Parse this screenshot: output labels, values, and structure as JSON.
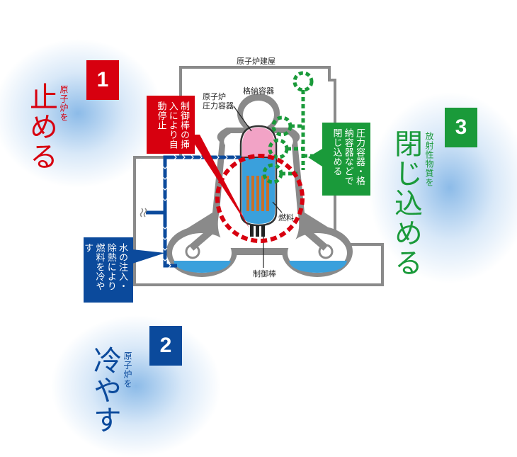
{
  "steps": [
    {
      "number": "1",
      "prefix": "原子炉を",
      "verb": "止める",
      "color": "#d7000f"
    },
    {
      "number": "2",
      "prefix": "原子炉を",
      "verb": "冷やす",
      "color": "#0b4a9c"
    },
    {
      "number": "3",
      "prefix": "放射性物質を",
      "verb": "閉じ込める",
      "color": "#1a9a3a"
    }
  ],
  "callouts": {
    "control_rod": "制御棒の挿入により自動停止",
    "cooling": "水の注入・除熱により燃料を冷やす",
    "containment": "圧力容器・格納容器などで閉じ込める"
  },
  "labels": {
    "reactor_building": "原子炉建屋",
    "containment_vessel": "格納容器",
    "pressure_vessel_line1": "原子炉",
    "pressure_vessel_line2": "圧力容器",
    "fuel": "燃料",
    "control_rod": "制御棒"
  },
  "colors": {
    "red": "#d7000f",
    "blue": "#0b4a9c",
    "green": "#1a9a3a",
    "gray": "#8a8a8a",
    "pink": "#f2a3c6",
    "water": "#3aa0dc",
    "fuel_rod": "#c8702a"
  },
  "icons": [
    "steam-wave-icon",
    "flow-arrow-icon"
  ]
}
